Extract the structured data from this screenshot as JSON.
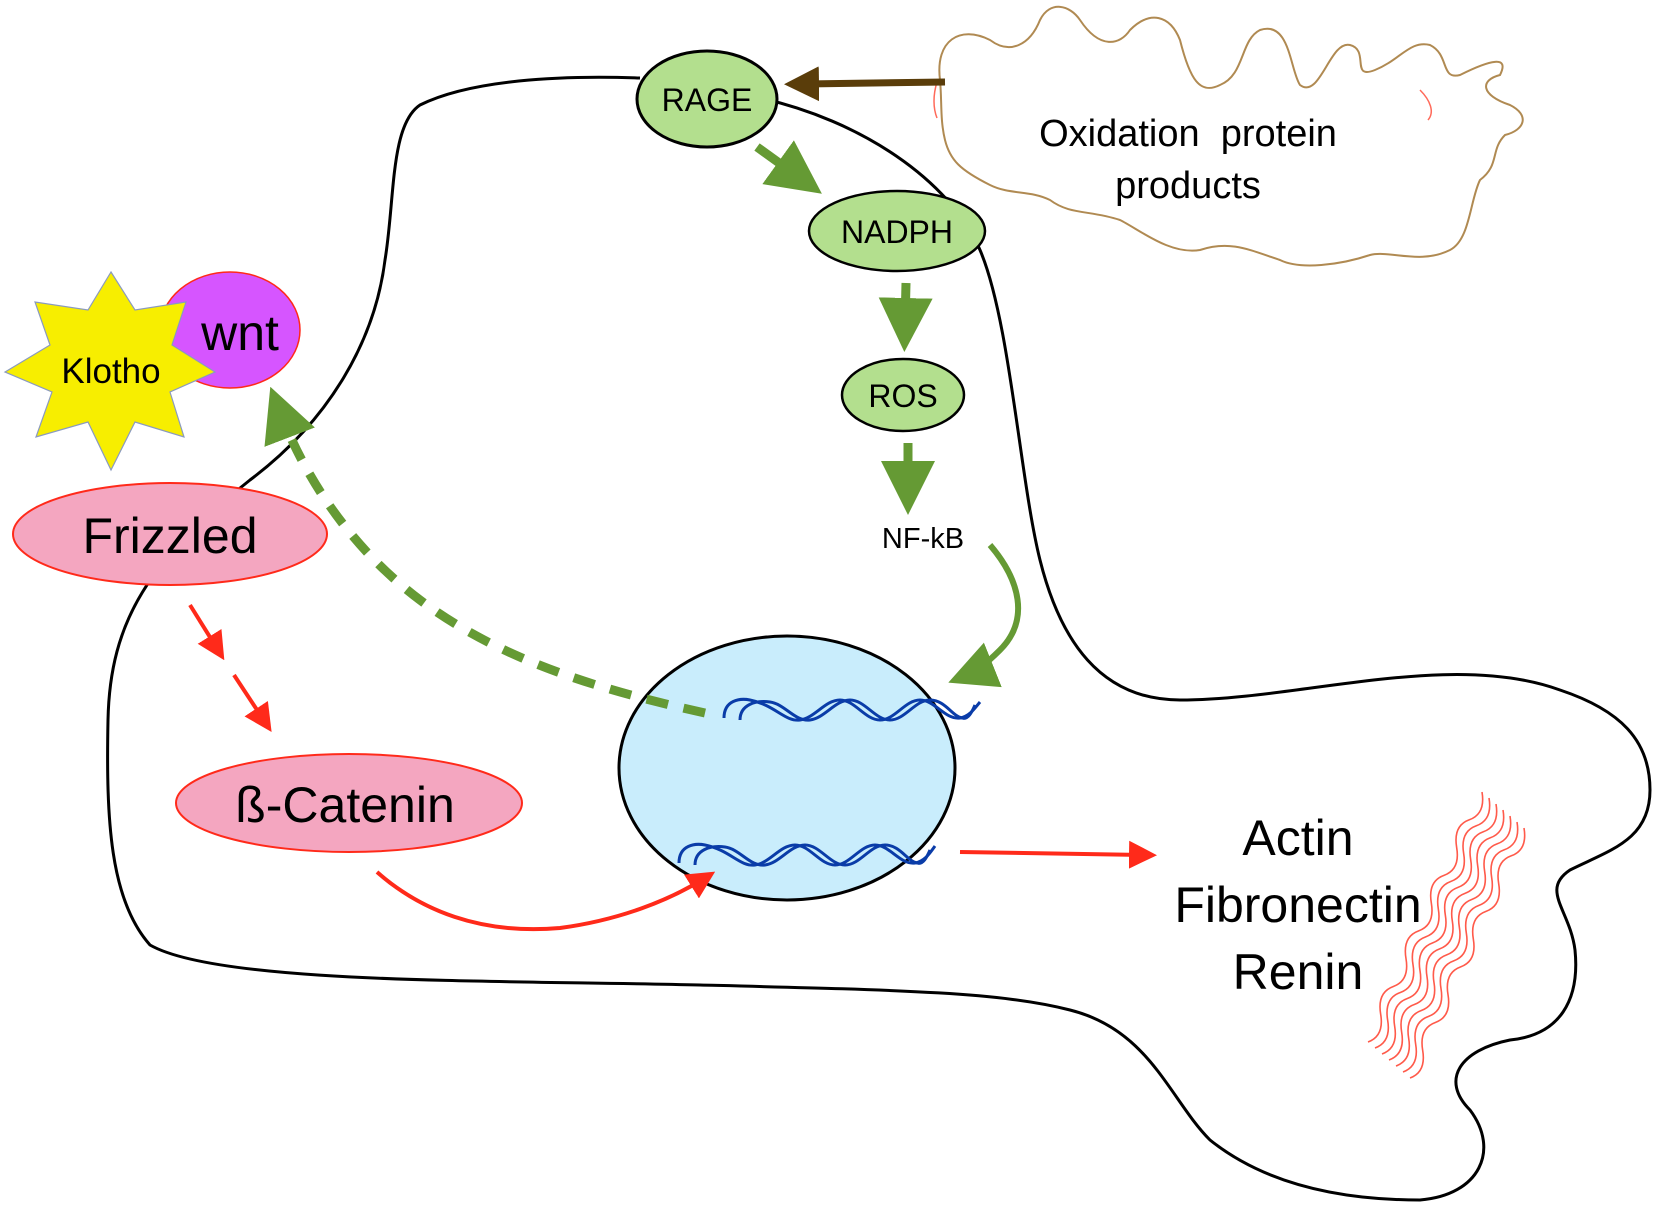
{
  "title": "Klotho / Wnt and RAGE signaling pathway in the cell",
  "colors": {
    "cell_outline": "#000000",
    "green_node_fill": "#b3df8e",
    "green_arrow": "#659a34",
    "pink_node_fill": "#f4a6c0",
    "pink_node_stroke": "#ff2a1a",
    "red_arrow": "#ff2a1a",
    "wnt_fill": "#d655ff",
    "klotho_fill": "#f7ee00",
    "nucleus_fill": "#c9edfc",
    "dna": "#0a3ca8",
    "brown_arrow": "#5a3d0a",
    "protein_outline": "#b08a52",
    "fiber": "#ff5a4a"
  },
  "nodes": {
    "rage": "RAGE",
    "nadph": "NADPH",
    "ros": "ROS",
    "nfkb": "NF-kB",
    "klotho": "Klotho",
    "wnt": "wnt",
    "frizzled": "Frizzled",
    "beta_catenin": "ß-Catenin",
    "oxidation_line1": "Oxidation  protein",
    "oxidation_line2": "products",
    "output_actin": "Actin",
    "output_fibronectin": "Fibronectin",
    "output_renin": "Renin"
  },
  "edges": [
    {
      "from": "Oxidation protein products",
      "to": "RAGE",
      "style": "solid",
      "color": "brown"
    },
    {
      "from": "RAGE",
      "to": "NADPH",
      "style": "solid",
      "color": "green"
    },
    {
      "from": "NADPH",
      "to": "ROS",
      "style": "solid",
      "color": "green"
    },
    {
      "from": "ROS",
      "to": "NF-kB",
      "style": "solid",
      "color": "green"
    },
    {
      "from": "NF-kB",
      "to": "nucleus DNA",
      "style": "solid",
      "color": "green"
    },
    {
      "from": "nucleus DNA",
      "to": "wnt",
      "style": "dashed",
      "color": "green"
    },
    {
      "from": "Frizzled",
      "to": "ß-Catenin",
      "style": "dashed",
      "color": "red"
    },
    {
      "from": "ß-Catenin",
      "to": "nucleus DNA",
      "style": "solid",
      "color": "red"
    },
    {
      "from": "nucleus DNA",
      "to": "Actin / Fibronectin / Renin",
      "style": "solid",
      "color": "red"
    }
  ]
}
